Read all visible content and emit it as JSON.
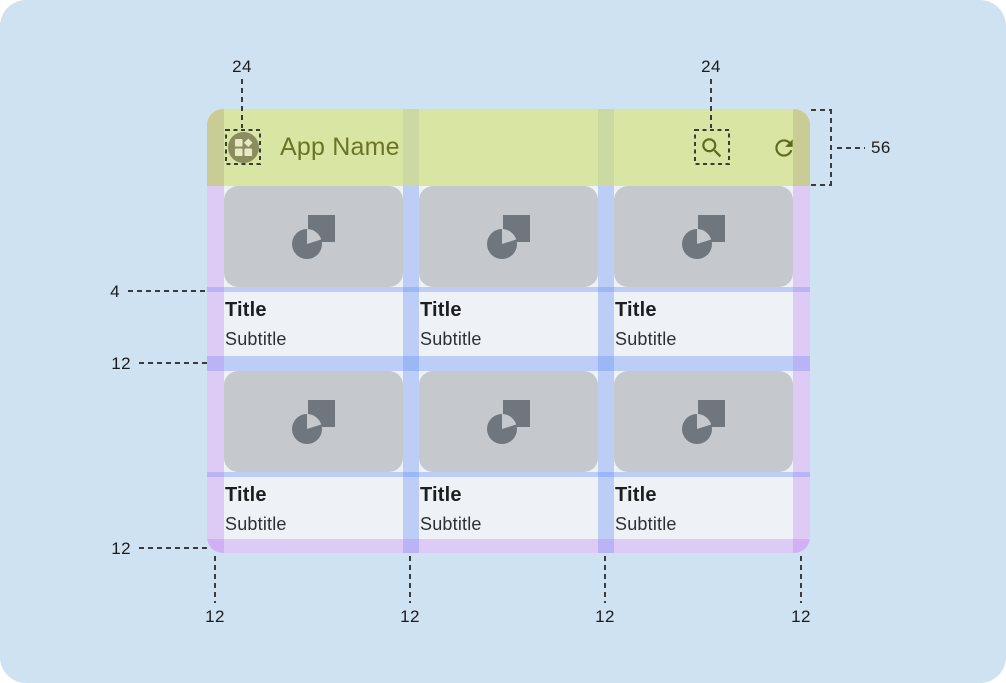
{
  "app": {
    "name": "App Name",
    "icons": {
      "app": "dashboard-icon",
      "search": "search-icon",
      "refresh": "refresh-icon",
      "card_placeholder": "pie-placeholder-icon"
    }
  },
  "cards": [
    {
      "title": "Title",
      "subtitle": "Subtitle"
    },
    {
      "title": "Title",
      "subtitle": "Subtitle"
    },
    {
      "title": "Title",
      "subtitle": "Subtitle"
    },
    {
      "title": "Title",
      "subtitle": "Subtitle"
    },
    {
      "title": "Title",
      "subtitle": "Subtitle"
    },
    {
      "title": "Title",
      "subtitle": "Subtitle"
    }
  ],
  "measurements": {
    "app_icon_size": "24",
    "search_icon_size": "24",
    "appbar_height": "56",
    "image_text_gap": "4",
    "row_gap": "12",
    "bottom_margin_left_label": "12",
    "bottom": [
      "12",
      "12",
      "12",
      "12"
    ]
  },
  "colors": {
    "background": "#cfe2f1",
    "appbar_lime": "#d9e5a2",
    "appbar_edge_olive": "#c9cc94",
    "margin_purple": "#dfcdf5",
    "gutter_blue": "#bccff5",
    "card_gray": "#c5c9cd",
    "screen_base": "#eef1f5",
    "accent_text_olive": "#6b7426"
  }
}
